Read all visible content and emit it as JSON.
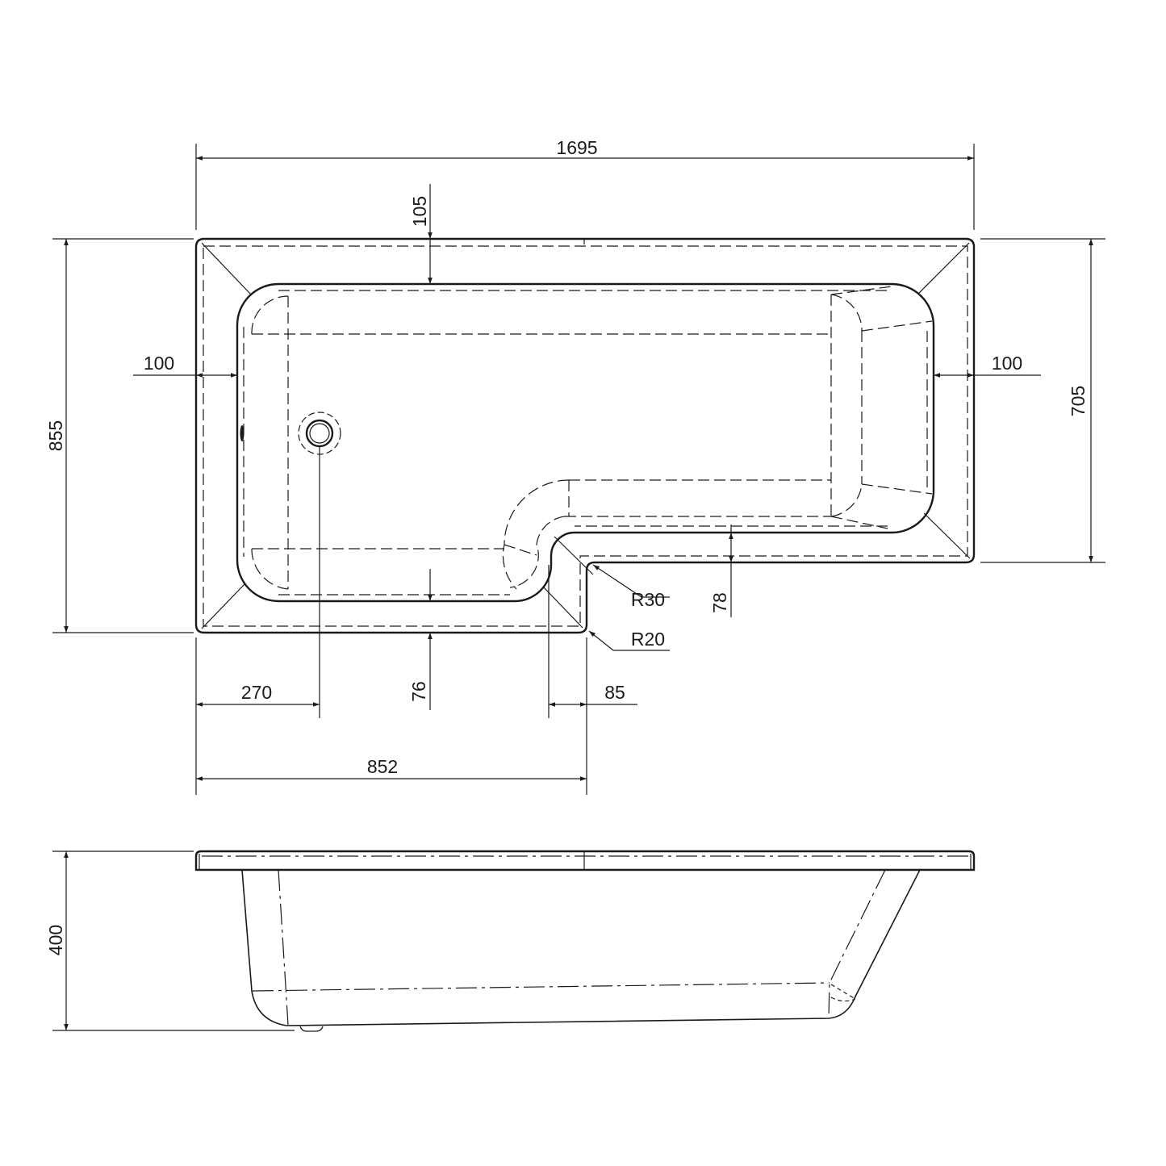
{
  "drawing": {
    "line_color": "#1a1a1a",
    "background": "#ffffff",
    "dimensions": {
      "overall_length": "1695",
      "overall_width": "855",
      "shower_end_width": "705",
      "rim_back": "105",
      "rim_left": "100",
      "rim_right": "100",
      "rim_front_step": "78",
      "rim_front": "76",
      "waste_offset": "270",
      "step_offset": "85",
      "step_length": "852",
      "depth": "400",
      "radius_inner": "R30",
      "radius_outer": "R20"
    }
  }
}
